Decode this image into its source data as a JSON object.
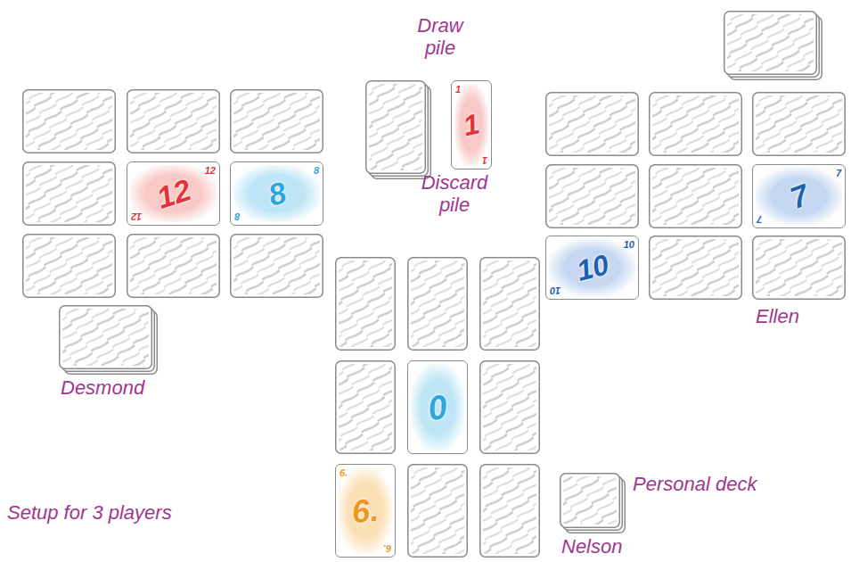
{
  "diagram": {
    "caption": "Setup for 3 players",
    "nodes": [
      {
        "text": [
          "1",
          "1",
          "1"
        ]
      },
      {
        "text": [
          "12",
          "12",
          "12"
        ]
      },
      {
        "text": [
          "8",
          "8",
          "8"
        ]
      },
      {
        "text": [
          "7",
          "7",
          "7"
        ]
      },
      {
        "text": [
          "10",
          "10",
          "10"
        ]
      },
      {
        "text": [
          "0"
        ]
      },
      {
        "text": [
          "6.",
          "6.",
          "6."
        ]
      }
    ],
    "labels": [
      "Draw pile",
      "Discard pile",
      "Desmond",
      "Ellen",
      "Personal deck",
      "Nelson"
    ]
  }
}
